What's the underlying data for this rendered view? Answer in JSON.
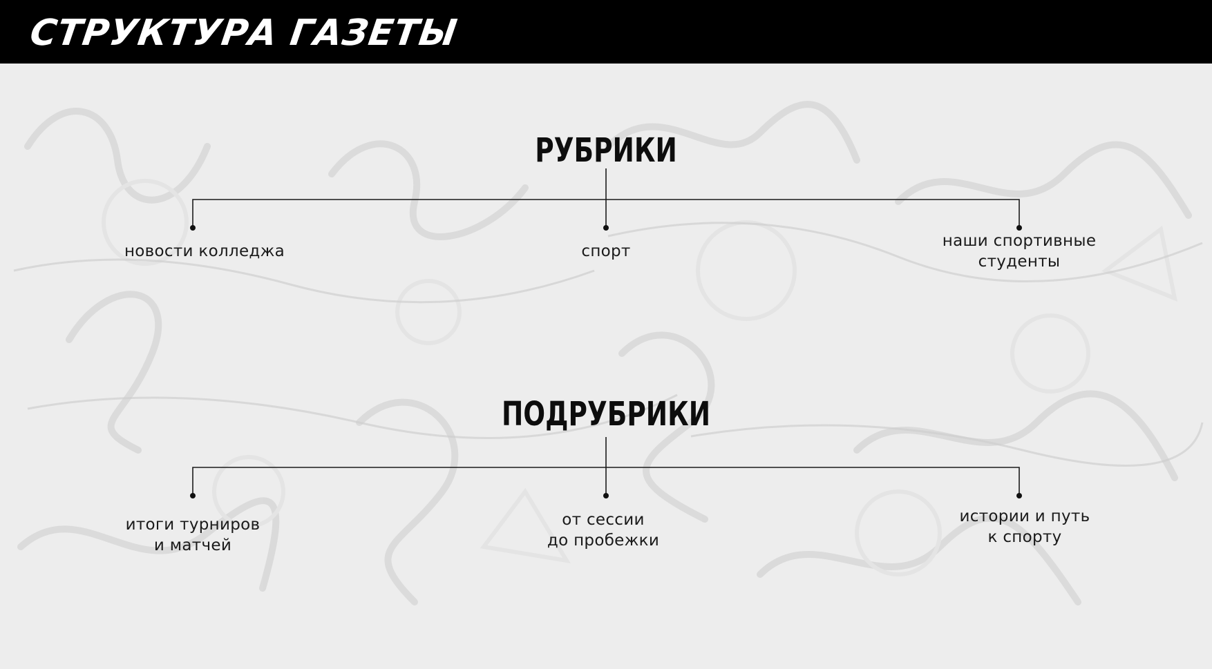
{
  "header": {
    "title": "СТРУКТУРА ГАЗЕТЫ"
  },
  "sections": {
    "rubrics": {
      "heading": "РУБРИКИ",
      "items": [
        {
          "lines": [
            "новости колледжа"
          ]
        },
        {
          "lines": [
            "спорт"
          ]
        },
        {
          "lines": [
            "наши спортивные",
            "студенты"
          ]
        }
      ]
    },
    "subrubrics": {
      "heading": "ПОДРУБРИКИ",
      "items": [
        {
          "lines": [
            "итоги турниров",
            "и матчей"
          ]
        },
        {
          "lines": [
            "от сессии",
            "до пробежки"
          ]
        },
        {
          "lines": [
            "истории и путь",
            "к спорту"
          ]
        }
      ]
    }
  },
  "colors": {
    "header_bg": "#000000",
    "line": "#1a1a1a",
    "text": "#1a1a1a"
  }
}
